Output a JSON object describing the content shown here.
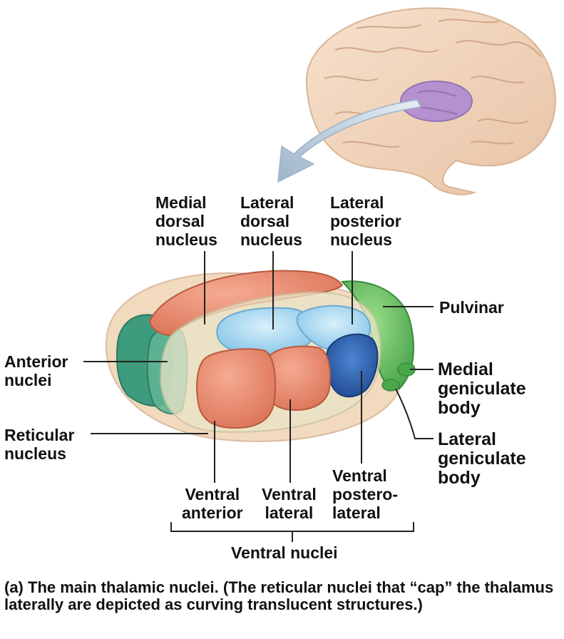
{
  "labels": {
    "medial_dorsal": [
      "Medial",
      "dorsal",
      "nucleus"
    ],
    "lateral_dorsal": [
      "Lateral",
      "dorsal",
      "nucleus"
    ],
    "lateral_posterior": [
      "Lateral",
      "posterior",
      "nucleus"
    ],
    "pulvinar": "Pulvinar",
    "anterior": [
      "Anterior",
      "nuclei"
    ],
    "reticular": [
      "Reticular",
      "nucleus"
    ],
    "medial_geniculate": [
      "Medial",
      "geniculate",
      "body"
    ],
    "lateral_geniculate": [
      "Lateral",
      "geniculate",
      "body"
    ],
    "ventral_anterior": [
      "Ventral",
      "anterior"
    ],
    "ventral_lateral": [
      "Ventral",
      "lateral"
    ],
    "ventral_posterolateral": [
      "Ventral",
      "postero-",
      "lateral"
    ],
    "ventral_nuclei": "Ventral nuclei"
  },
  "caption": {
    "lead": "(a) The main thalamic nuclei.",
    "rest": " (The reticular nuclei that “cap” the thalamus laterally are depicted as curving translucent structures.)"
  },
  "colors": {
    "brain": "#f0d2b8",
    "thalamus_highlight": "#b592cf",
    "arrow": "#a9bdd0",
    "salmon": "#e9876c",
    "teal": "#3e9b7d",
    "light_blue": "#9fd3ee",
    "dark_blue": "#2b5fb0",
    "green": "#5cbf5a",
    "translucent": "#e9e4c7"
  }
}
